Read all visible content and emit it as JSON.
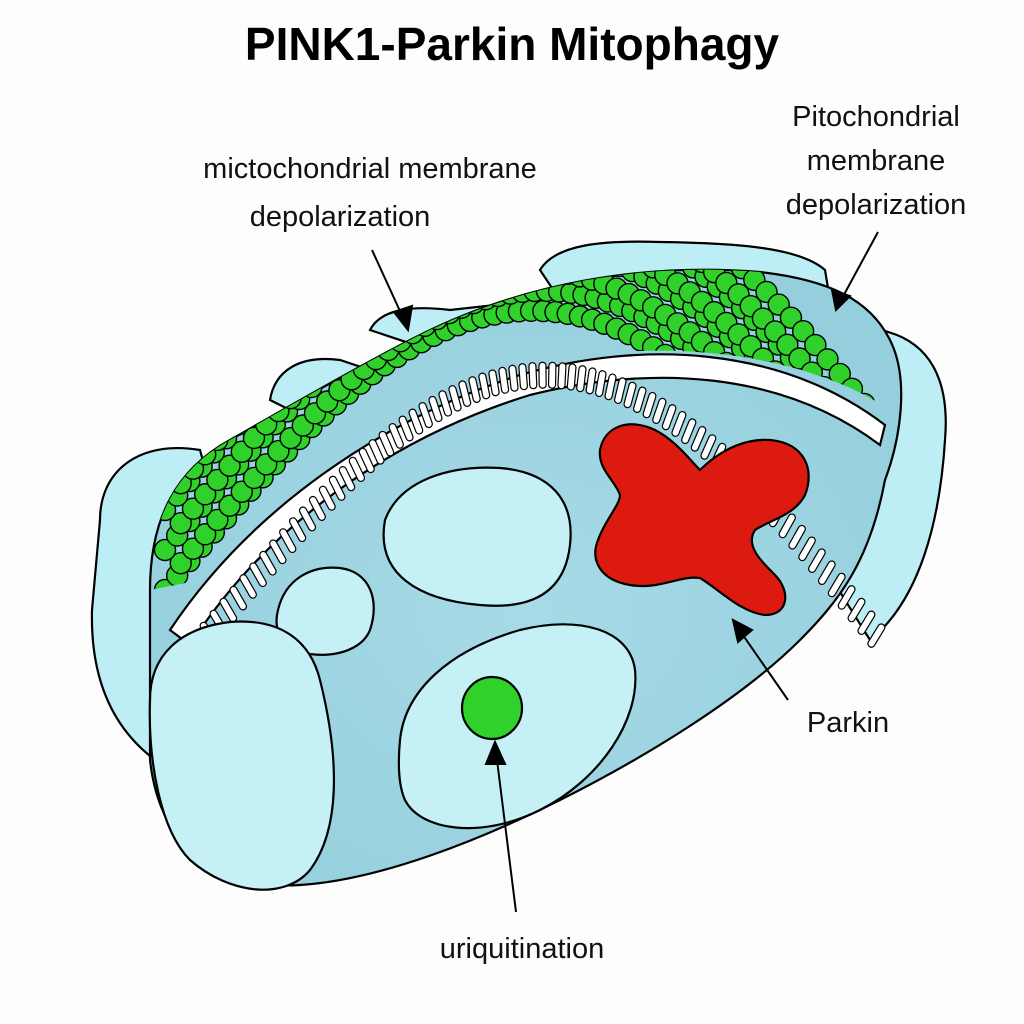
{
  "title": "PINK1-Parkin Mitophagy",
  "labels": {
    "left_depolarization": {
      "line1": "mictochondrial membrane",
      "line2": "depolarization"
    },
    "right_depolarization": {
      "line1": "Pitochondrial",
      "line2": "membrane",
      "line3": "depolarization"
    },
    "parkin": "Parkin",
    "ubiquitination": "uriquitination"
  },
  "colors": {
    "background": "#fdfdfd",
    "cytoplasm_dark": "#9fd6e3",
    "cytoplasm_light": "#bfeef5",
    "vesicle": "#c4f0f6",
    "pink1_particles": "#2fd12a",
    "parkin": "#dd1a10",
    "membrane": "#ffffff",
    "outline": "#000000"
  },
  "elements": [
    {
      "name": "PINK1 particle cluster",
      "color_key": "pink1_particles"
    },
    {
      "name": "Parkin protein",
      "color_key": "parkin"
    },
    {
      "name": "Ubiquitin marker",
      "color_key": "pink1_particles"
    },
    {
      "name": "Cristae membrane",
      "color_key": "membrane"
    }
  ]
}
